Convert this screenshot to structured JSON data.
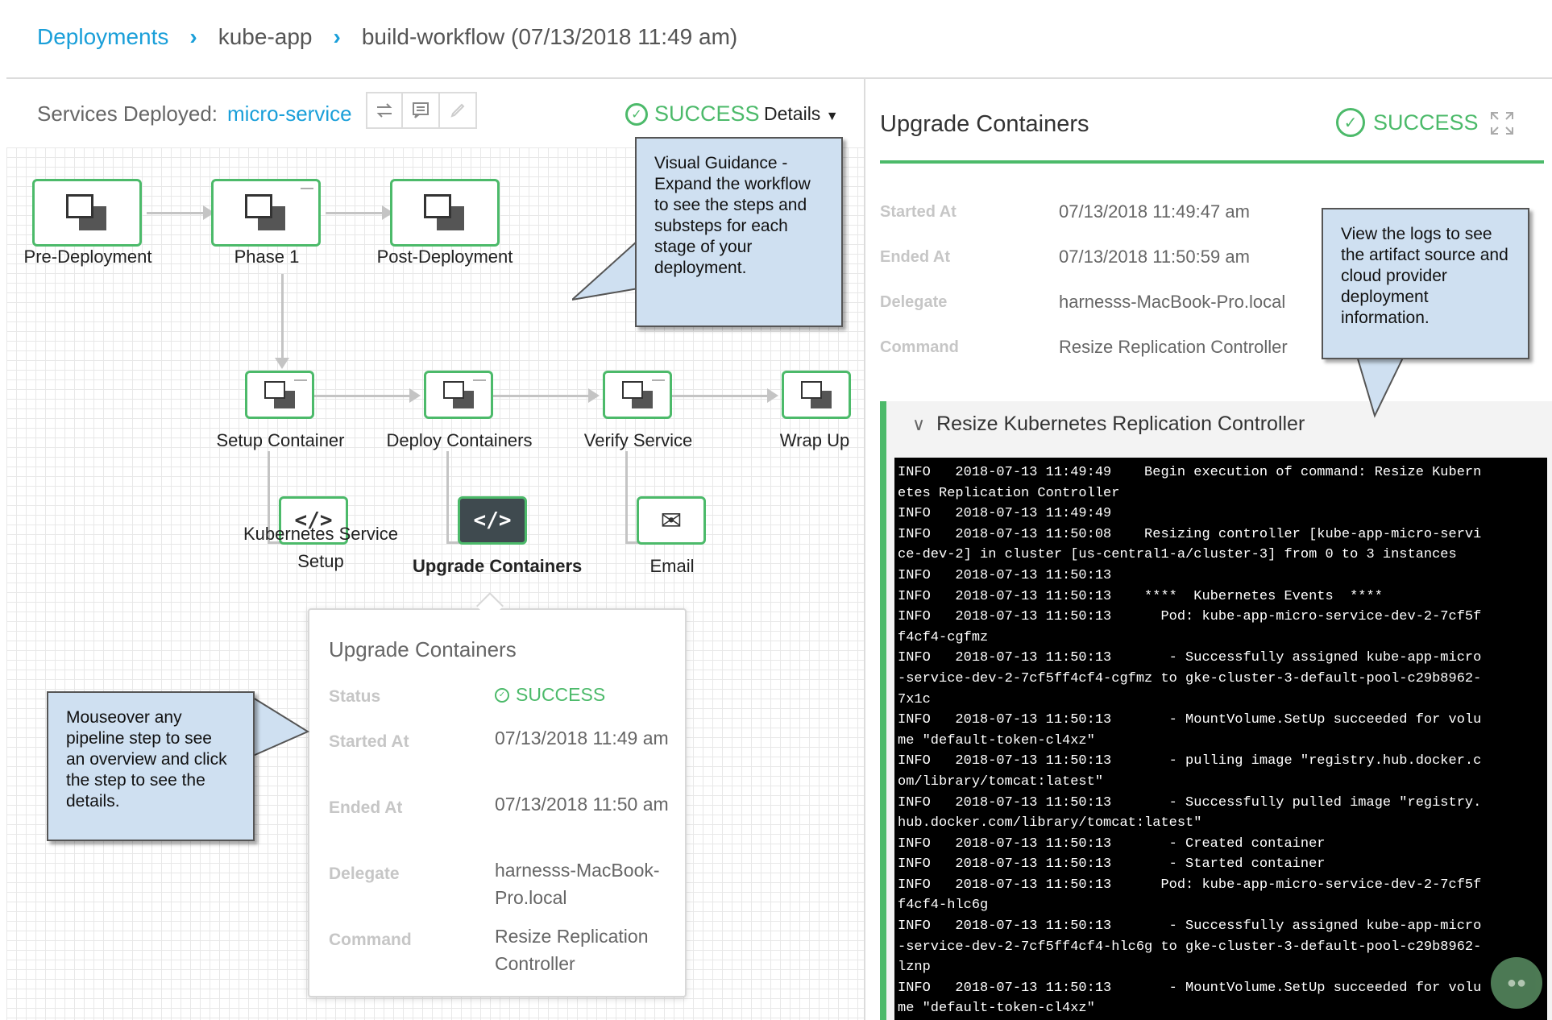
{
  "breadcrumb": {
    "items": [
      "Deployments",
      "kube-app",
      "build-workflow (07/13/2018 11:49 am)"
    ],
    "separator": "›"
  },
  "services": {
    "label": "Services Deployed:",
    "value": "micro-service"
  },
  "toolbar": {
    "icons": [
      "rerun-icon",
      "notes-icon",
      "approve-icon"
    ],
    "status": "SUCCESS",
    "details_label": "Details"
  },
  "workflow": {
    "stages": [
      {
        "label": "Pre-Deployment"
      },
      {
        "label": "Phase 1"
      },
      {
        "label": "Post-Deployment"
      }
    ],
    "steps": [
      {
        "label": "Setup Container"
      },
      {
        "label": "Deploy Containers"
      },
      {
        "label": "Verify Service"
      },
      {
        "label": "Wrap Up"
      }
    ],
    "substeps": [
      {
        "label": "Kubernetes Service Setup"
      },
      {
        "label": "Upgrade Containers"
      },
      {
        "label": "Email"
      }
    ]
  },
  "callouts": {
    "visual_guidance": "Visual Guidance - Expand the workflow to see the steps and substeps for each stage of your deployment.",
    "mouseover": "Mouseover any pipeline step to see an overview and click the step to see the details.",
    "logs": "View the logs to see the artifact source and cloud provider deployment information."
  },
  "popover": {
    "title": "Upgrade Containers",
    "rows": [
      {
        "key": "Status",
        "value": "SUCCESS"
      },
      {
        "key": "Started At",
        "value": "07/13/2018 11:49 am"
      },
      {
        "key": "Ended At",
        "value": "07/13/2018 11:50 am"
      },
      {
        "key": "Delegate",
        "value": "harnesss-MacBook-Pro.local"
      },
      {
        "key": "Command",
        "value": "Resize Replication Controller"
      }
    ]
  },
  "right_panel": {
    "title": "Upgrade Containers",
    "status": "SUCCESS",
    "rows": [
      {
        "key": "Started At",
        "value": "07/13/2018 11:49:47 am"
      },
      {
        "key": "Ended At",
        "value": "07/13/2018 11:50:59 am"
      },
      {
        "key": "Delegate",
        "value": "harnesss-MacBook-Pro.local"
      },
      {
        "key": "Command",
        "value": "Resize Replication Controller"
      }
    ],
    "log_section_title": "Resize Kubernetes Replication Controller",
    "log_lines": [
      "INFO   2018-07-13 11:49:49    Begin execution of command: Resize Kubern",
      "etes Replication Controller",
      "INFO   2018-07-13 11:49:49",
      "INFO   2018-07-13 11:50:08    Resizing controller [kube-app-micro-servi",
      "ce-dev-2] in cluster [us-central1-a/cluster-3] from 0 to 3 instances",
      "INFO   2018-07-13 11:50:13",
      "INFO   2018-07-13 11:50:13    ****  Kubernetes Events  ****",
      "INFO   2018-07-13 11:50:13      Pod: kube-app-micro-service-dev-2-7cf5f",
      "f4cf4-cgfmz",
      "INFO   2018-07-13 11:50:13       - Successfully assigned kube-app-micro",
      "-service-dev-2-7cf5ff4cf4-cgfmz to gke-cluster-3-default-pool-c29b8962-",
      "7x1c",
      "INFO   2018-07-13 11:50:13       - MountVolume.SetUp succeeded for volu",
      "me \"default-token-cl4xz\"",
      "INFO   2018-07-13 11:50:13       - pulling image \"registry.hub.docker.c",
      "om/library/tomcat:latest\"",
      "INFO   2018-07-13 11:50:13       - Successfully pulled image \"registry.",
      "hub.docker.com/library/tomcat:latest\"",
      "INFO   2018-07-13 11:50:13       - Created container",
      "INFO   2018-07-13 11:50:13       - Started container",
      "INFO   2018-07-13 11:50:13      Pod: kube-app-micro-service-dev-2-7cf5f",
      "f4cf4-hlc6g",
      "INFO   2018-07-13 11:50:13       - Successfully assigned kube-app-micro",
      "-service-dev-2-7cf5ff4cf4-hlc6g to gke-cluster-3-default-pool-c29b8962-",
      "lznp",
      "INFO   2018-07-13 11:50:13       - MountVolume.SetUp succeeded for volu",
      "me \"default-token-cl4xz\""
    ]
  },
  "colors": {
    "accent": "#1a9fd9",
    "success": "#4cba6a",
    "callout_bg": "#cfe0f1",
    "log_bg": "#000000"
  }
}
